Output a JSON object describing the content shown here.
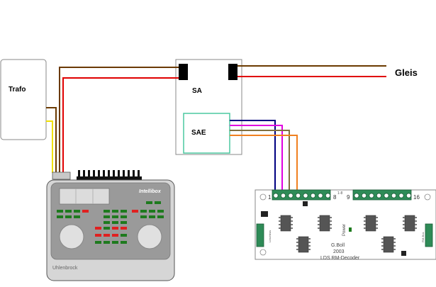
{
  "labels": {
    "trafo": "Trafo",
    "sa": "SA",
    "sae": "SAE",
    "gleis": "Gleis",
    "intellibox": "Intellibox",
    "uhlenbrock": "Uhlenbrock",
    "decoder_maker": "G.Boll",
    "decoder_year": "2003",
    "decoder_name": "LDS RM-Decoder",
    "decoder_power": "Power",
    "term_1": "1",
    "term_8": "8",
    "term_9": "9",
    "term_16": "16",
    "terminal_marks": "1-8",
    "left_block_text": "Löschbus",
    "right_block_text": "RM-Bus"
  },
  "colors": {
    "brown": "#6b3a00",
    "red": "#e00000",
    "yellow": "#f0e000",
    "blue": "#000080",
    "magenta": "#e000e0",
    "olive": "#807040",
    "orange": "#f08020",
    "terminal_green": "#2e8b57",
    "led_green": "#1e7a1e",
    "led_red": "#e02020"
  }
}
